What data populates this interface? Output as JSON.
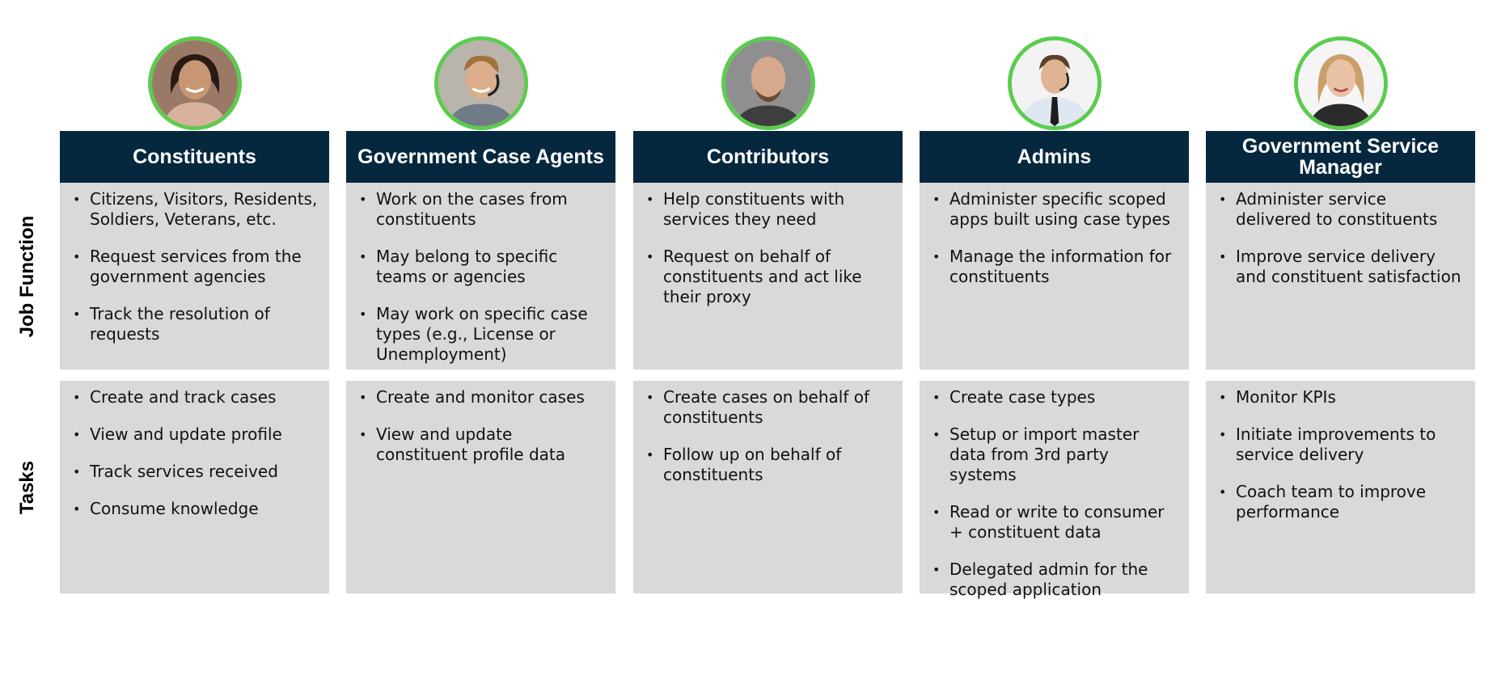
{
  "row_labels": {
    "job_function": "Job Function",
    "tasks": "Tasks"
  },
  "colors": {
    "header_bg": "#06283e",
    "box_bg": "#d9d9d9",
    "avatar_ring": "#5ccc4e"
  },
  "personas": [
    {
      "title": "Constituents",
      "avatar_icon": "woman-portrait-icon",
      "job_function": [
        "Citizens, Visitors, Residents, Soldiers, Veterans, etc.",
        "Request services from the government agencies",
        "Track the resolution of requests"
      ],
      "tasks": [
        "Create and track cases",
        "View and update profile",
        "Track services received",
        "Consume knowledge"
      ]
    },
    {
      "title": "Government Case Agents",
      "avatar_icon": "man-headset-portrait-icon",
      "job_function": [
        "Work on the cases from constituents",
        "May belong to specific teams or agencies",
        "May work on specific case types (e.g., License or Unemployment)"
      ],
      "tasks": [
        "Create and monitor cases",
        "View and update constituent profile data"
      ]
    },
    {
      "title": "Contributors",
      "avatar_icon": "bald-man-portrait-icon",
      "job_function": [
        "Help constituents with services they need",
        "Request on behalf of constituents and act like their proxy"
      ],
      "tasks": [
        "Create cases on behalf of constituents",
        "Follow up on behalf of constituents"
      ]
    },
    {
      "title": "Admins",
      "avatar_icon": "man-tie-headset-portrait-icon",
      "job_function": [
        "Administer specific scoped apps built using case types",
        "Manage the information for constituents"
      ],
      "tasks": [
        "Create case types",
        "Setup or import master data from 3rd party systems",
        "Read or write to consumer + constituent data",
        "Delegated admin for the scoped application"
      ]
    },
    {
      "title": "Government Service Manager",
      "avatar_icon": "woman-blonde-portrait-icon",
      "job_function": [
        "Administer service delivered to constituents",
        "Improve service delivery and constituent satisfaction"
      ],
      "tasks": [
        "Monitor KPIs",
        "Initiate improvements to service delivery",
        "Coach team to improve performance"
      ]
    }
  ]
}
